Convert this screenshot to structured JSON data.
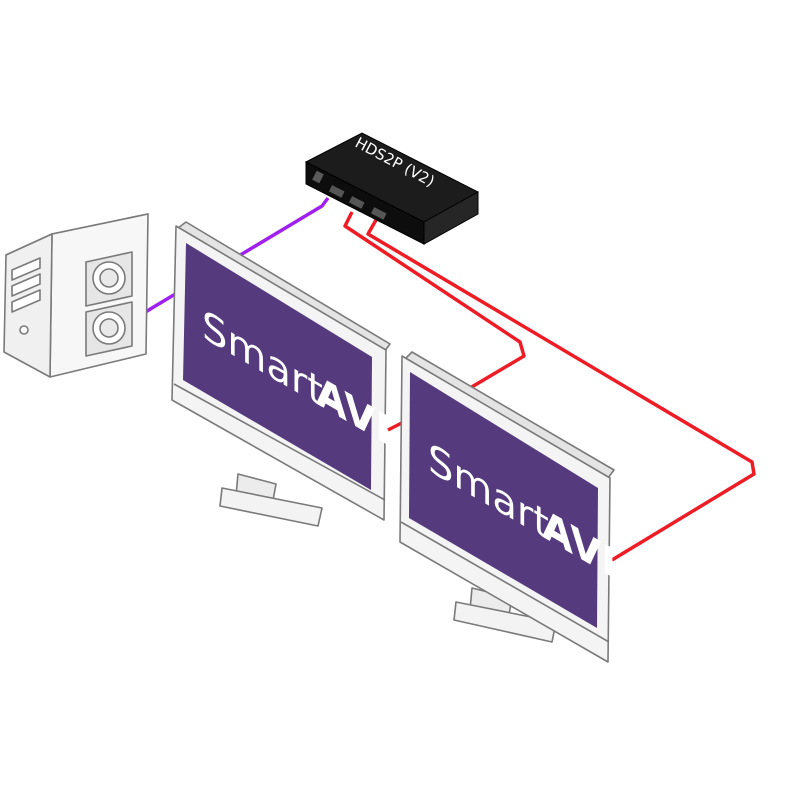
{
  "device": {
    "label": "HDS2P (V2)"
  },
  "monitors": [
    {
      "brand_text": "Smart-",
      "brand_mark": "AVI"
    },
    {
      "brand_text": "Smart-",
      "brand_mark": "AVI"
    }
  ],
  "colors": {
    "screen": "#553a7e",
    "input_cable": "#a020f0",
    "output_cable": "#ee1c25",
    "device_body": "#161616",
    "outline": "#7a7a7a"
  }
}
